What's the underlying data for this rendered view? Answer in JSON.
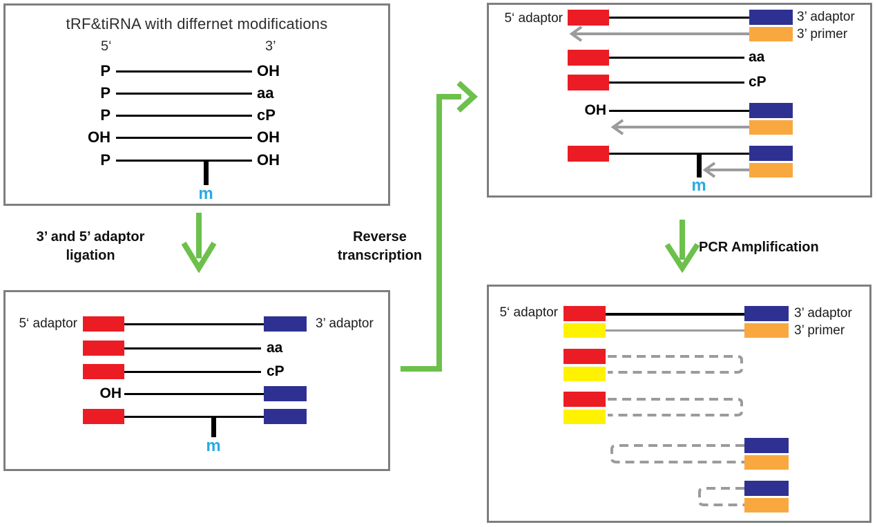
{
  "colors": {
    "red": "#EC1C24",
    "blue": "#2E3192",
    "orange": "#F9A83F",
    "yellow": "#FFF200",
    "green": "#6CC04B",
    "methyl_cyan": "#29ABE2",
    "panel_border_gray": "#7D7E80",
    "gray_line": "#9B9B9B",
    "black": "#000000"
  },
  "panels": {
    "mods": {
      "title": "tRF&tiRNA with differnet modifications",
      "five_end": "5‘",
      "three_end": "3’",
      "rows": [
        {
          "left": "P",
          "right": "OH"
        },
        {
          "left": "P",
          "right": "aa"
        },
        {
          "left": "P",
          "right": "cP"
        },
        {
          "left": "OH",
          "right": "OH"
        },
        {
          "left": "P",
          "right": "OH"
        }
      ],
      "m": "m"
    },
    "ligation": {
      "adaptor5": "5‘ adaptor",
      "adaptor3": "3’ adaptor",
      "aa": "aa",
      "cp": "cP",
      "oh": "OH",
      "m": "m"
    },
    "rt": {
      "adaptor5": "5‘ adaptor",
      "adaptor3": "3’ adaptor",
      "primer3": "3’ primer",
      "aa": "aa",
      "cp": "cP",
      "oh": "OH",
      "m": "m"
    },
    "pcr": {
      "adaptor5": "5‘ adaptor",
      "adaptor3": "3’ adaptor",
      "primer3": "3’ primer"
    }
  },
  "steps": {
    "ligation": {
      "line1": "3’ and 5’ adaptor",
      "line2": "ligation"
    },
    "rt": {
      "line1": "Reverse",
      "line2": "transcription"
    },
    "pcr": {
      "label": "PCR Amplification"
    }
  }
}
